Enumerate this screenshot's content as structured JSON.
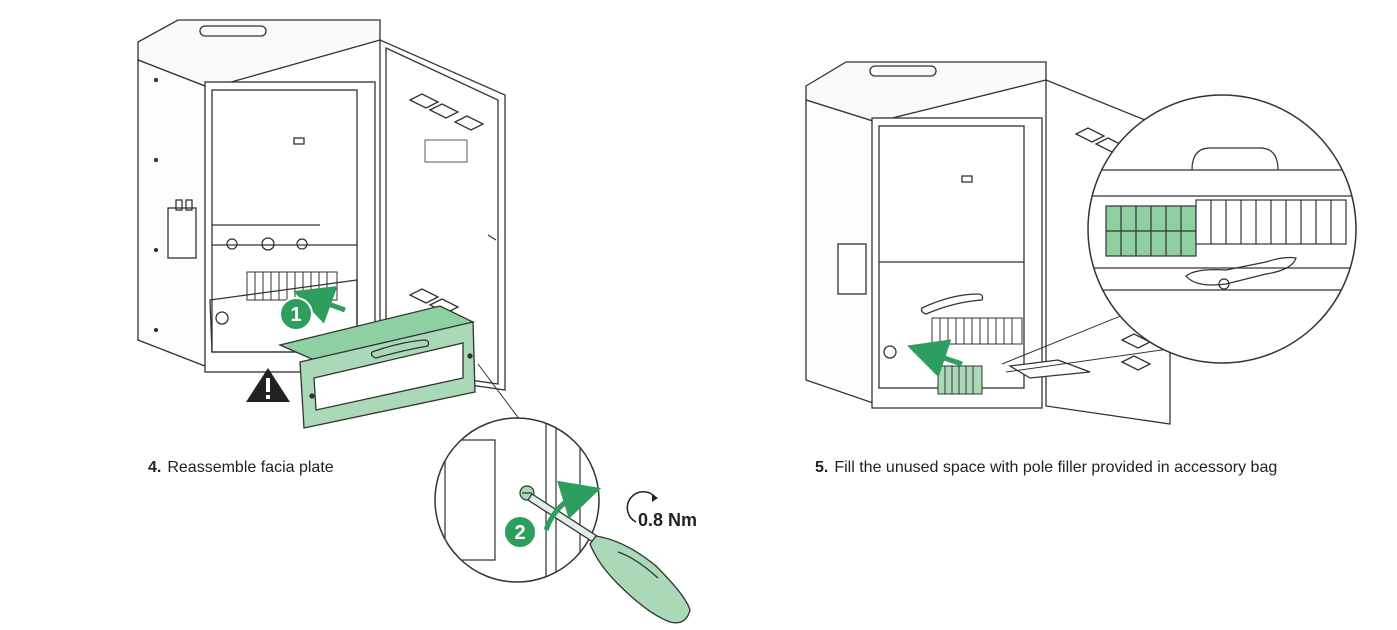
{
  "steps": [
    {
      "number": "4.",
      "text": "Reassemble facia plate"
    },
    {
      "number": "5.",
      "text": "Fill the unused space with pole filler provided in accessory bag"
    }
  ],
  "callouts": {
    "marker_1": "1",
    "marker_2": "2",
    "torque": "0.8 Nm"
  },
  "icons": [
    "warning-triangle-icon",
    "rotation-arrow-icon",
    "screwdriver-icon"
  ],
  "colors": {
    "accent_green": "#2e9e5e",
    "panel_fill": "#a9d9b6",
    "line": "#333333"
  }
}
